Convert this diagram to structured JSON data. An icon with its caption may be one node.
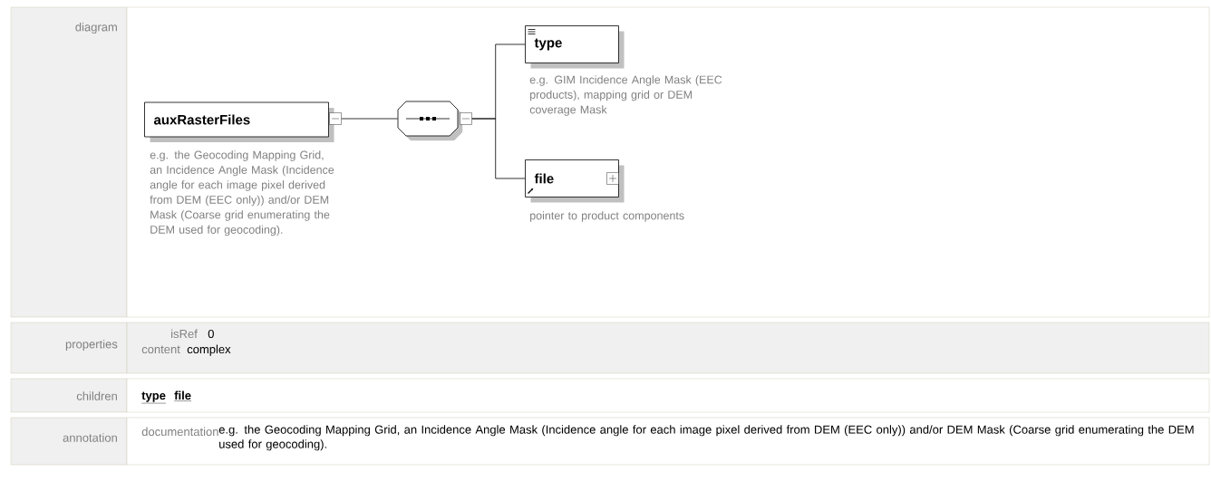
{
  "diagram": {
    "nodes": [
      {
        "text": [
          "auxRasterFiles"
        ],
        "beside": [
          "e.g. the Geocoding Mapping Grid, an Incidence Angle Mask (Incidence angle for each image pixel derived from DEM (EEC only)) and/or DEM Mask (Coarse grid enumerating the DEM used for geocoding)."
        ]
      },
      {
        "text": [],
        "shape": "octagon"
      },
      {
        "text": [
          "type"
        ],
        "beside": [
          "e.g. GIM Incidence Angle Mask (EEC products), mapping grid or DEM coverage Mask"
        ]
      },
      {
        "text": [
          "file"
        ],
        "beside": [
          "pointer to product components"
        ]
      }
    ],
    "edges": [
      {
        "from": 0,
        "to": 1,
        "arrow": "none"
      },
      {
        "from": 1,
        "to": 2,
        "arrow": "none"
      },
      {
        "from": 1,
        "to": 3,
        "arrow": "none"
      }
    ],
    "labels": [
      "diagram",
      "properties",
      "isRef",
      "0",
      "content",
      "complex",
      "children",
      "type",
      "file",
      "annotation",
      "documentation",
      "e.g. the Geocoding Mapping Grid, an Incidence Angle Mask (Incidence angle for each image pixel derived from DEM (EEC only)) and/or DEM Mask (Coarse grid enumerating the DEM used for geocoding)."
    ]
  }
}
